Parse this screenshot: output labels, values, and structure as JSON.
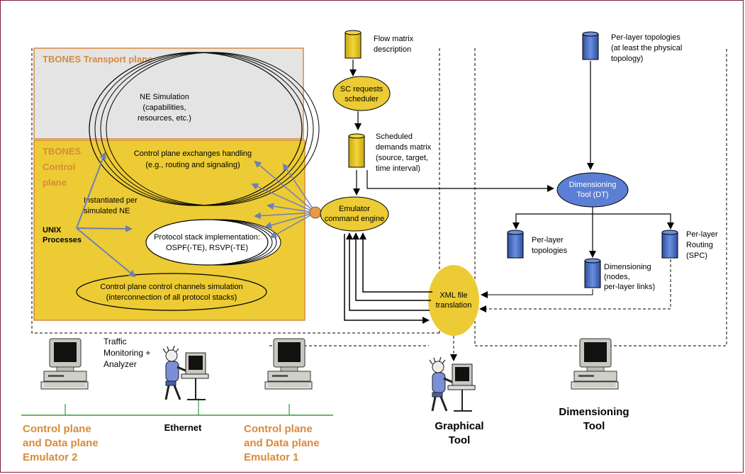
{
  "transport_plane_title": "TBONES Transport  plane",
  "control_plane_title": [
    "TBONES",
    "Control",
    "plane"
  ],
  "ne_simulation": [
    "NE Simulation",
    "(capabilities,",
    "resources, etc.)"
  ],
  "control_exchanges": [
    "Control plane exchanges handling",
    "(e.g., routing and signaling)"
  ],
  "instantiated": [
    "Instantiated per",
    "simulated NE"
  ],
  "unix_processes": [
    "UNIX",
    "Processes"
  ],
  "protocol_stack": [
    "Protocol stack implementation:",
    "OSPF(-TE), RSVP(-TE)"
  ],
  "control_channels": [
    "Control plane control channels simulation",
    "(interconnection of all protocol stacks)"
  ],
  "flow_matrix": [
    "Flow matrix",
    "description"
  ],
  "sc_scheduler": [
    "SC requests",
    "scheduler"
  ],
  "scheduled_demands": [
    "Scheduled",
    "demands matrix",
    "(source, target,",
    "time interval)"
  ],
  "emulator_engine": [
    "Emulator",
    "command engine"
  ],
  "xml_translation": [
    "XML file",
    "translation"
  ],
  "per_layer_topologies_top": [
    "Per-layer topologies",
    "(at least the physical",
    "topology)"
  ],
  "dimensioning_tool_node": [
    "Dimensioning",
    "Tool (DT)"
  ],
  "per_layer_topologies": [
    "Per-layer",
    "topologies"
  ],
  "dimensioning_output": [
    "Dimensioning",
    "(nodes,",
    "per-layer links)"
  ],
  "per_layer_routing": [
    "Per-layer",
    "Routing",
    "(SPC)"
  ],
  "traffic_monitor": [
    "Traffic",
    "Monitoring +",
    "Analyzer"
  ],
  "ethernet": "Ethernet",
  "emulator2": [
    "Control plane",
    "and Data plane",
    "Emulator 2"
  ],
  "emulator1": [
    "Control plane",
    "and Data plane",
    "Emulator 1"
  ],
  "graphical_tool": [
    "Graphical",
    "Tool"
  ],
  "dimensioning_tool": [
    "Dimensioning",
    "Tool"
  ],
  "colors": {
    "control_plane_fill": "#eccb35",
    "transport_plane_fill": "#e4e4e4",
    "plane_title_orange": "#d98a3a",
    "process_ellipse": "#eccb35",
    "dt_blue": "#5b7fd4",
    "arrow_blue": "#6f7fb5"
  }
}
